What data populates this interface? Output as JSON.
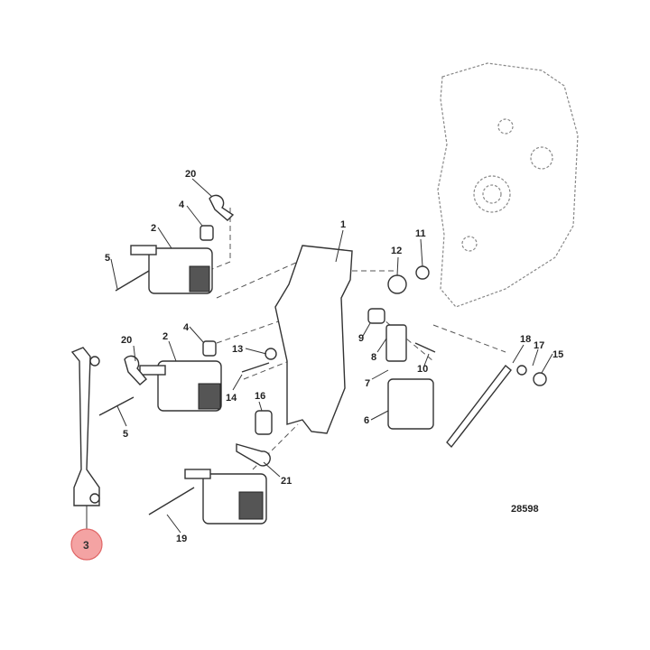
{
  "diagram": {
    "reference_number": "28598",
    "highlighted_callout": "3",
    "highlight_color": "#f4a3a3",
    "highlight_border": "#e06666",
    "callouts": [
      "1",
      "2",
      "2",
      "3",
      "4",
      "4",
      "5",
      "5",
      "6",
      "7",
      "8",
      "9",
      "10",
      "11",
      "12",
      "13",
      "14",
      "15",
      "16",
      "17",
      "18",
      "19",
      "20",
      "20",
      "21"
    ]
  }
}
